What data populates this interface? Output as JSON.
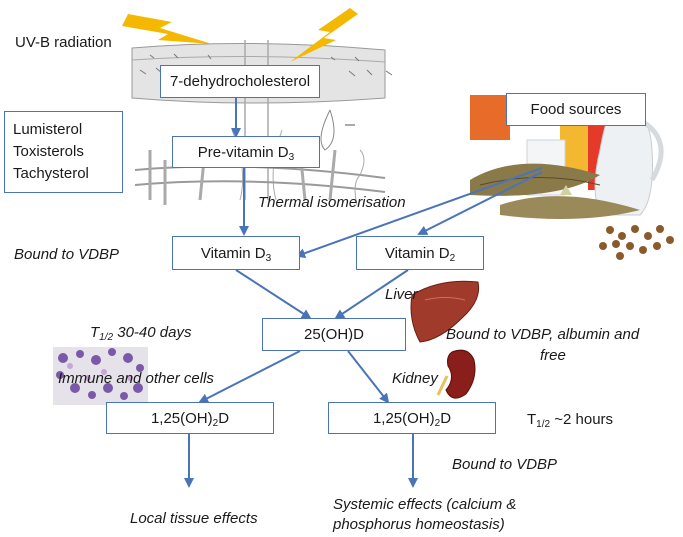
{
  "labels": {
    "uvb": "UV-B radiation",
    "isomers": [
      "Lumisterol",
      "Toxisterols",
      "Tachysterol"
    ],
    "food": "Food sources",
    "thermal": "Thermal isomerisation",
    "bound_vdbp_left": "Bound to VDBP",
    "liver": "Liver",
    "half_life_pre": "T",
    "half_life_sub": "1/2",
    "half_life_post": " 30-40 days",
    "bound_albumin_line1": "Bound to VDBP, albumin and",
    "bound_albumin_line2": "free",
    "immune": "Immune and other cells",
    "kidney": "Kidney",
    "t_hours_pre": "T",
    "t_hours_sub": "1/2",
    "t_hours_post": " ~2 hours",
    "bound_vdbp_bottom": "Bound to VDBP",
    "local_effects": "Local tissue effects",
    "systemic_line1": "Systemic effects (calcium &",
    "systemic_line2": "phosphorus homeostasis)"
  },
  "boxes": {
    "dehydro": "7-dehydrocholesterol",
    "previt_pre": "Pre-vitamin D",
    "previt_sub": "3",
    "vitd3_pre": "Vitamin D",
    "vitd3_sub": "3",
    "vitd2_pre": "Vitamin D",
    "vitd2_sub": "2",
    "ohd": "25(OH)D",
    "left125_pre": "1,25(OH)",
    "left125_sub": "2",
    "left125_post": "D",
    "right125_pre": "1,25(OH)",
    "right125_sub": "2",
    "right125_post": "D"
  },
  "colors": {
    "box_border": "#4a74b8",
    "arrow": "#4a74b8",
    "lightning": "#f5b800"
  }
}
